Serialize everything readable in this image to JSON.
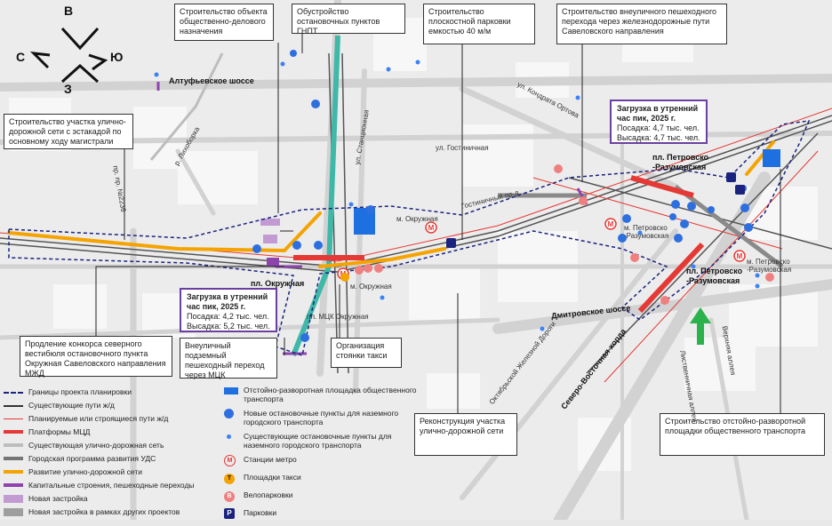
{
  "compass": {
    "north": "В",
    "west": "С",
    "east": "Ю",
    "south": "З"
  },
  "callouts": {
    "business_center": "Строительство объекта общественно-делового назначения",
    "bus_stops": "Обустройство остановочных пунктов ГНПТ",
    "parking": "Строительство плоскостной парковки емкостью 40 м/м",
    "pedestrian_crossing": "Строительство внеуличного пешеходного перехода через железнодорожные пути Савеловского направления",
    "road_section": "Строительство участка улично-дорожной сети с эстакадой по основному ходу магистрали",
    "concourse": "Продление конкорса северного вестибюля остановочного пункта Окружная Савеловского направления МЖД",
    "underpass": "Внеуличный подземный пешеходный переход через МЦК",
    "taxi": "Организация стоянки такси",
    "reconstruction": "Реконструкция участка улично-дорожной сети",
    "terminal": "Строительство отстойно-разворотной площадки общественного транспорта"
  },
  "load_boxes": {
    "petrovsko": {
      "title": "Загрузка в утренний час пик, 2025 г.",
      "boarding": "Посадка: 4,7 тыс. чел.",
      "alighting": "Высадка: 4,7 тыс. чел."
    },
    "okruzhnaya": {
      "title": "Загрузка в утренний час пик, 2025 г.",
      "boarding": "Посадка: 4,2 тыс. чел.",
      "alighting": "Высадка: 5,2 тыс. чел."
    }
  },
  "map_labels": {
    "altufevskoe": "Алтуфьевское шоссе",
    "kondratyuka": "ул. Конд­рата Ортова",
    "gostinichnaya": "ул. Гостиничная",
    "gostinichny_pr": "Гостиничный пр-д",
    "stantsionnaya": "ул. Станционная",
    "likhoborka": "р. Лихоборка",
    "proezd": "пр. пр. №2236",
    "dmitrovskoe": "Дмитровское шоссе",
    "severo_vostochnaya": "Северо-Восточная хорда",
    "oktyabrskoy_zd": "Октябрьской Железной Дороги",
    "verkhnyaya_alleya": "Верхняя аллея",
    "listvennichnaya": "Лиственничная аллея",
    "pl_petrovsko_top": "пл. Петровско -Разумовская",
    "pl_petrovsko_mid": "пл. Петровско -Разумовская",
    "pl_okruzhnaya": "пл. Окружная",
    "m_okruzhnaya_top": "м. Окружная",
    "m_okruzhnaya_bottom": "м. Окружная",
    "pl_mck_okruzhnaya": "пл. МЦК Окружная",
    "m_petrovsko_left": "м. Петровско -Разумовская",
    "m_petrovsko_right": "м. Петровско -Разумовская"
  },
  "legend_left": [
    {
      "label": "Границы проекта планировки",
      "color": "#1a237e",
      "style": "dashed"
    },
    {
      "label": "Существующие пути ж/д",
      "color": "#333333",
      "style": "line"
    },
    {
      "label": "Планируемые или строящиеся пути ж/д",
      "color": "#e53935",
      "style": "thin"
    },
    {
      "label": "Платформы МЦД",
      "color": "#e53935",
      "style": "thick"
    },
    {
      "label": "Существующая улично-дорожная сеть",
      "color": "#bdbdbd",
      "style": "thick"
    },
    {
      "label": "Городская программа развития УДС",
      "color": "#757575",
      "style": "thick"
    },
    {
      "label": "Развитие улично-дорожной сети",
      "color": "#f5a300",
      "style": "thick"
    },
    {
      "label": "Капитальные строения, пешеходные переходы",
      "color": "#8e44ad",
      "style": "thick"
    },
    {
      "label": "Новая застройка",
      "color": "#c39bd3",
      "style": "fill"
    },
    {
      "label": "Новая застройка в рамках других проектов",
      "color": "#9e9e9e",
      "style": "fill"
    }
  ],
  "legend_right": [
    {
      "label": "Отстойно-разворотная площадка общественного транспорта",
      "icon": "terminal-icon"
    },
    {
      "label": "Новые остановочные пункты для наземного городского транспорта",
      "icon": "new-stop-icon"
    },
    {
      "label": "Существующие остановочные пункты для наземного городского транспорта",
      "icon": "existing-stop-icon"
    },
    {
      "label": "Станции метро",
      "icon": "metro-icon"
    },
    {
      "label": "Площадки такси",
      "icon": "taxi-icon"
    },
    {
      "label": "Велопарковки",
      "icon": "bike-parking-icon"
    },
    {
      "label": "Парковки",
      "icon": "parking-icon"
    }
  ],
  "icon_glyphs": {
    "metro": "М",
    "taxi": "Т",
    "bike": "В",
    "parking": "P"
  },
  "colors": {
    "boundary": "#1a237e",
    "road_dev": "#f5a300",
    "mcd": "#e53935",
    "building": "#8e44ad",
    "new_stop": "#2e6fe0",
    "metro": "#e53935",
    "arrow": "#2bb24c"
  }
}
